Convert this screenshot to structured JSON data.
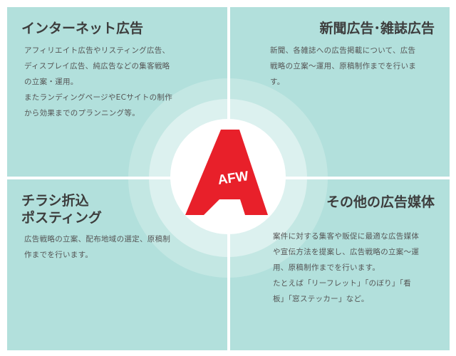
{
  "quadrants": {
    "top_left": {
      "title": "インターネット広告",
      "body": "アフィリエイト広告やリスティング広告、\nディスプレイ広告、純広告などの集客戦略\nの立案・運用。\nまたランディングページやECサイトの制作\nから効果までのプランニング等。"
    },
    "top_right": {
      "title": "新聞広告･雑誌広告",
      "body": "新聞、各雑誌への広告掲載について、広告\n戦略の立案～運用、原稿制作までを行いま\nす。"
    },
    "bottom_left": {
      "title": "チラシ折込\nポスティング",
      "body": "広告戦略の立案、配布地域の選定、原稿制\n作までを行います。"
    },
    "bottom_right": {
      "title": "その他の広告媒体",
      "body": "案件に対する集客や販促に最適な広告媒体\nや宣伝方法を提案し、広告戦略の立案～運\n用、原稿制作までを行います。\nたとえば「リーフレット」「のぼり」「看\n板」「窓ステッカー」など。"
    }
  },
  "logo": {
    "text": "AFW",
    "color": "#e8202a"
  },
  "colors": {
    "panel": "#b2e0dc",
    "text": "#3d3d3d"
  }
}
